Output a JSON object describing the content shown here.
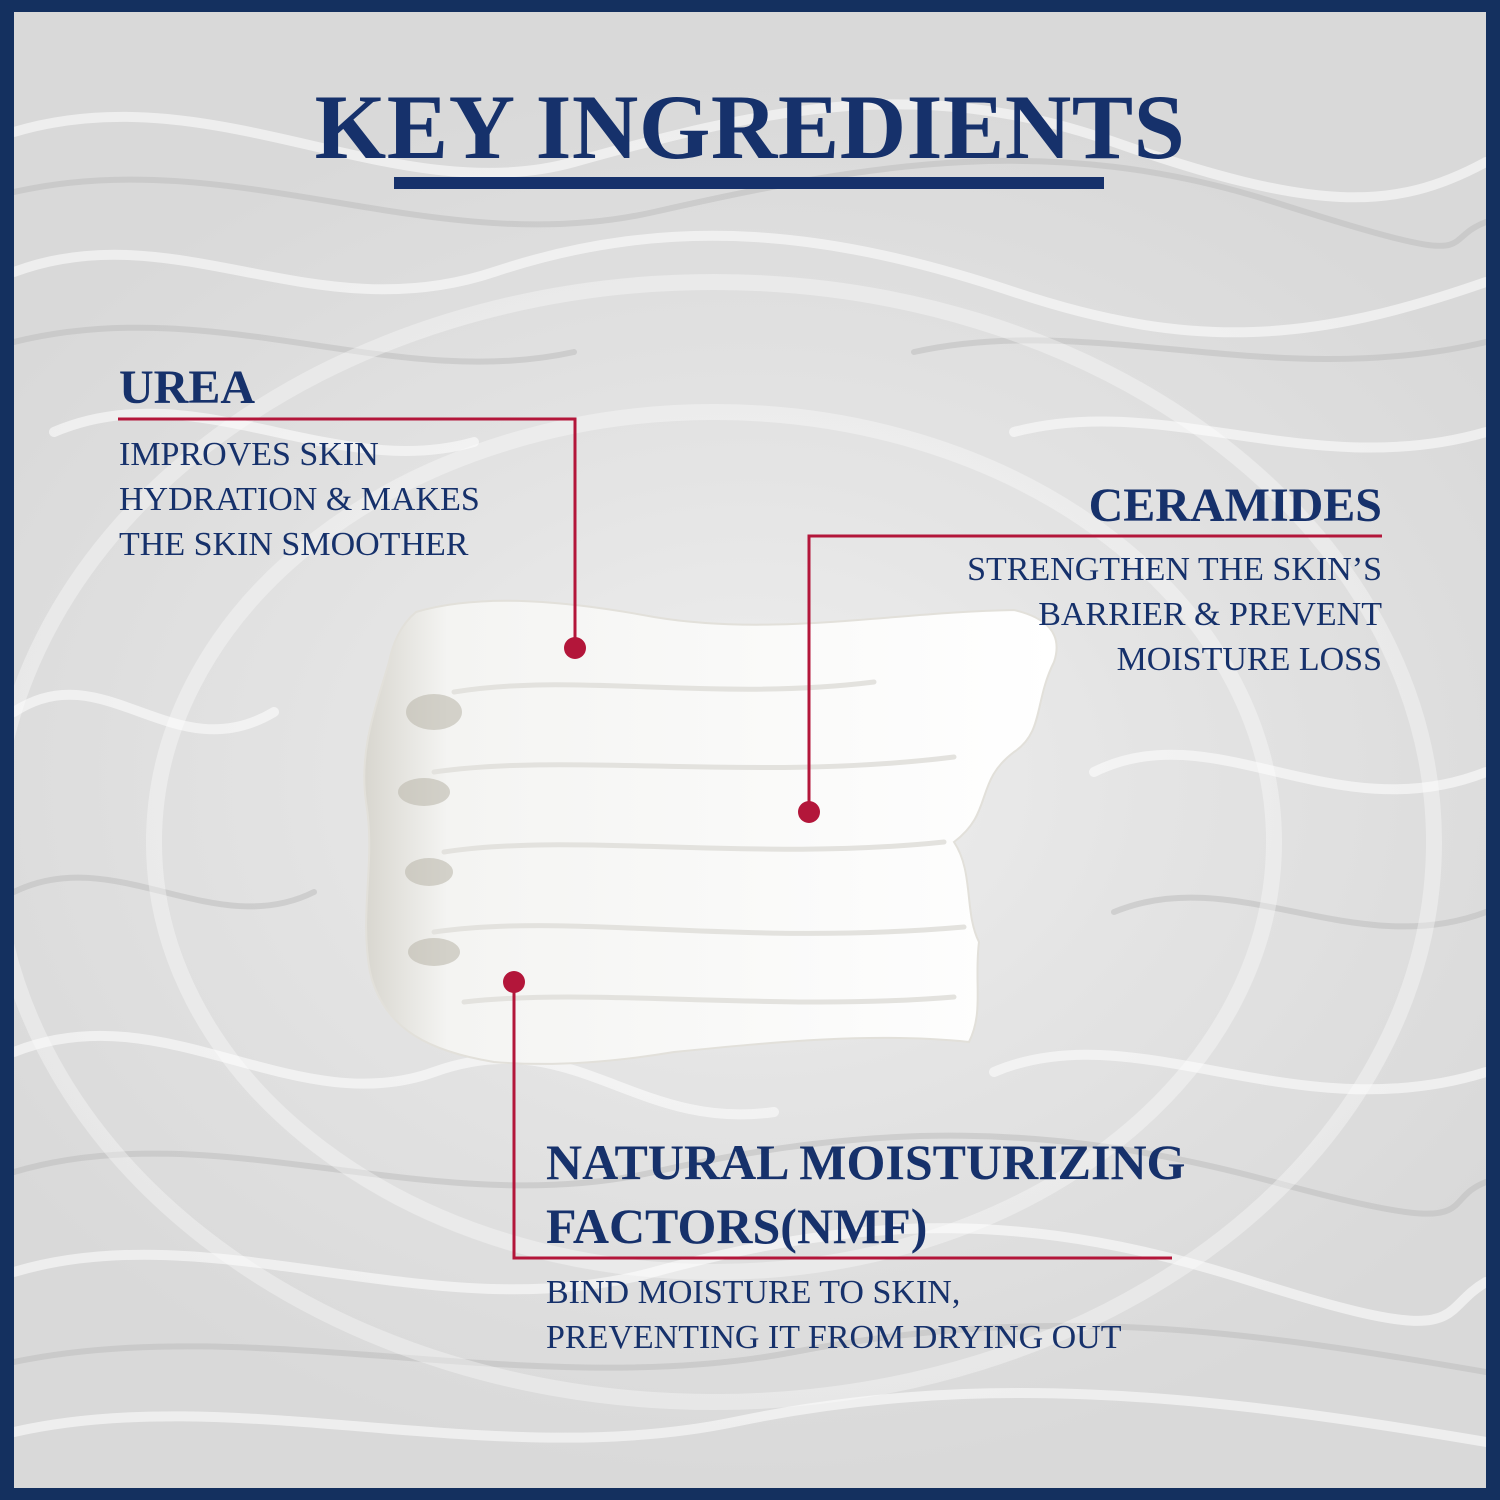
{
  "title": "KEY INGREDIENTS",
  "colors": {
    "navy": "#16316b",
    "red_accent": "#b3163a",
    "background": "#e4e4e4"
  },
  "ingredients": [
    {
      "name": "UREA",
      "lines": [
        "IMPROVES SKIN",
        "HYDRATION & MAKES",
        "THE SKIN SMOOTHER"
      ]
    },
    {
      "name": "CERAMIDES",
      "lines": [
        "STRENGTHEN THE SKIN’S",
        "BARRIER & PREVENT",
        "MOISTURE LOSS"
      ]
    },
    {
      "name_lines": [
        "NATURAL MOISTURIZING",
        "FACTORS(NMF)"
      ],
      "lines": [
        "BIND MOISTURE TO SKIN,",
        "PREVENTING IT FROM DRYING OUT"
      ]
    }
  ],
  "image": "cream-swatch-on-water"
}
